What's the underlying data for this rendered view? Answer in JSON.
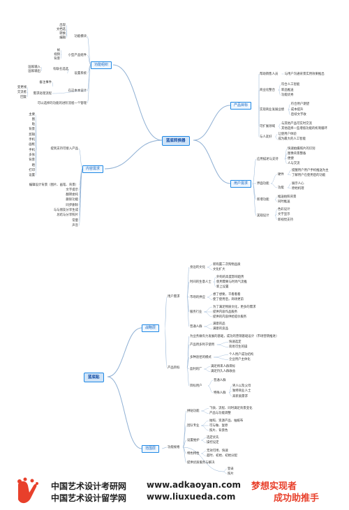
{
  "diagram1": {
    "center": "蓝底转换器",
    "hubs": {
      "function_org": "功能组织",
      "content_req": "内容需求",
      "product_goal": "产品目标",
      "user_req": "用户需求"
    },
    "function_org_items": {
      "g1": [
        "出现",
        "文档选",
        "转换",
        "编辑"
      ],
      "g1_label": "功能模块",
      "g2": [
        "帧",
        "视频",
        "背景"
      ],
      "g2_label": "小型产品组件",
      "g3": [
        "国家输入",
        "国家输出"
      ],
      "g3_label": "有联名选选",
      "g4_label": "设置系统",
      "g5": [
        "备注事件",
        "变更线",
        "交流者",
        "回复"
      ],
      "g5_label": "需求处理流程",
      "g6_label": "在这本本设计",
      "g7": "可以选择的功能的进阶流程一个管理"
    },
    "content_req_items": {
      "list": [
        "主要",
        "图",
        "贴",
        "背景",
        "剪辑",
        "手机",
        "画框",
        "手机",
        "多张",
        "背景",
        "晒",
        "打印",
        "设置"
      ],
      "list_label": "提到支持可接入产品",
      "tail": [
        "编辑设计背景（图片、画笔、背景）",
        "文字提示",
        "翻转委托",
        "删除功能",
        "同步删除",
        "与与朋友分享生成",
        "总结与分享照片",
        "常量",
        "声音"
      ]
    },
    "product_goal_items": {
      "g1_label": "帮助销售人员",
      "g1": [
        "与用户沟通背景实用效果推出"
      ],
      "g2_label": "商业化整合",
      "g2": [
        "符合人工智能",
        "新品推送",
        "功能优秀"
      ],
      "g3_label": "实现商业发展业绩",
      "g3": [
        "符合用户期望",
        "成本提升",
        "后续文字收"
      ],
      "g4_label": "可扩展领域",
      "g4": [
        "与其他产品可实时交流",
        "其他选择一些增值功能的机制循环"
      ],
      "g5_label": "与人友好",
      "g5": [
        "让使用户体验",
        "成为最大的人工智能"
      ]
    },
    "user_req_items": {
      "g1_label": "应用描述与支持",
      "g1": [
        "快速拍摄照片的识别",
        "图像背景整备",
        "便捷",
        "人与交流"
      ],
      "g2_label": "界面功能",
      "g2a_label": "硬件",
      "g2a": [
        "提醒用户用户手机推送为主",
        "了解用户在使用后的功能"
      ],
      "g2b_label": "功能",
      "g2b": [
        "展示人心",
        "原始机理"
      ],
      "g3_label": "新增功能",
      "g3": [
        "推送拍照背景",
        "同时推送"
      ],
      "g4_label": "美观设计",
      "g4": [
        "色彩设计",
        "文字显示",
        "新视觉支持"
      ]
    }
  },
  "diagram2": {
    "center": "蓝底贴",
    "hubs": {
      "strategy": "战略层",
      "scope": "范围层"
    },
    "user_req_label": "用户需求",
    "product_goal_label": "产品目标",
    "strategy_items": {
      "a_label": "身边的文化",
      "a": [
        "新购置二次购物品质",
        "文化扩大"
      ],
      "b_label": "时间的生意人士",
      "b": [
        "外购的高度影响趋势",
        "使用需要与时尚气流推",
        "新上设置"
      ],
      "c_label": "市场的供应",
      "c": [
        "想了想要，干看看看",
        "使了使用后，商场更前"
      ],
      "d_label": "服务行业",
      "d": [
        "为了满足物质文化，更多的需求",
        "提供内容作品服务",
        "提供的内容供给提价服务"
      ],
      "e_label": "普通人群",
      "e": [
        "满意的品",
        "满意的良品"
      ],
      "f": "为业务做有力发展的基础，成功的营销基础设计（市场营销推进）",
      "g_label": "产品用多利于使用",
      "g": [
        "快速选定",
        "简易可生的操"
      ],
      "h_label": "多种途径的模式",
      "h": [
        "个人用户成功结构",
        "企业用户主体化"
      ],
      "i_label": "盈利的厂",
      "i": [
        "满足将来人群目标",
        "满足持久人群收益"
      ],
      "j_label": "目标用户",
      "j1": "普通人群",
      "j2_label": "特殊人群",
      "j2": [
        "男人以及父母",
        "独特商业人士",
        "高新类需求"
      ]
    },
    "scope_items": {
      "label": "功能规格",
      "a_label": "拼贴功能",
      "a": [
        "飞快、流程、同时满足背景变化",
        "产品与功能调整"
      ],
      "b_label": "团队专业",
      "b": [
        "拍照、资源产品、抽纸布",
        "可与做、复原",
        "照片、背景色"
      ],
      "c_label": "设置维护",
      "c": [
        "选定优先",
        "操控设定"
      ],
      "d_label": "特色特性",
      "d": [
        "无效可用、快速",
        "超时、初始、初始分配"
      ],
      "e": "提供优质服务与解决",
      "f": [
        "登录",
        "照片"
      ]
    }
  },
  "footer": {
    "logo_name": "hand-logo",
    "line1_cn": "中国艺术设计考研网",
    "line1_url": "www.adkaoyan.com",
    "line2_cn": "中国艺术设计留学网",
    "line2_url": "www.liuxueda.com",
    "slogan1": "梦想实现者",
    "slogan2": "成功助推手"
  }
}
